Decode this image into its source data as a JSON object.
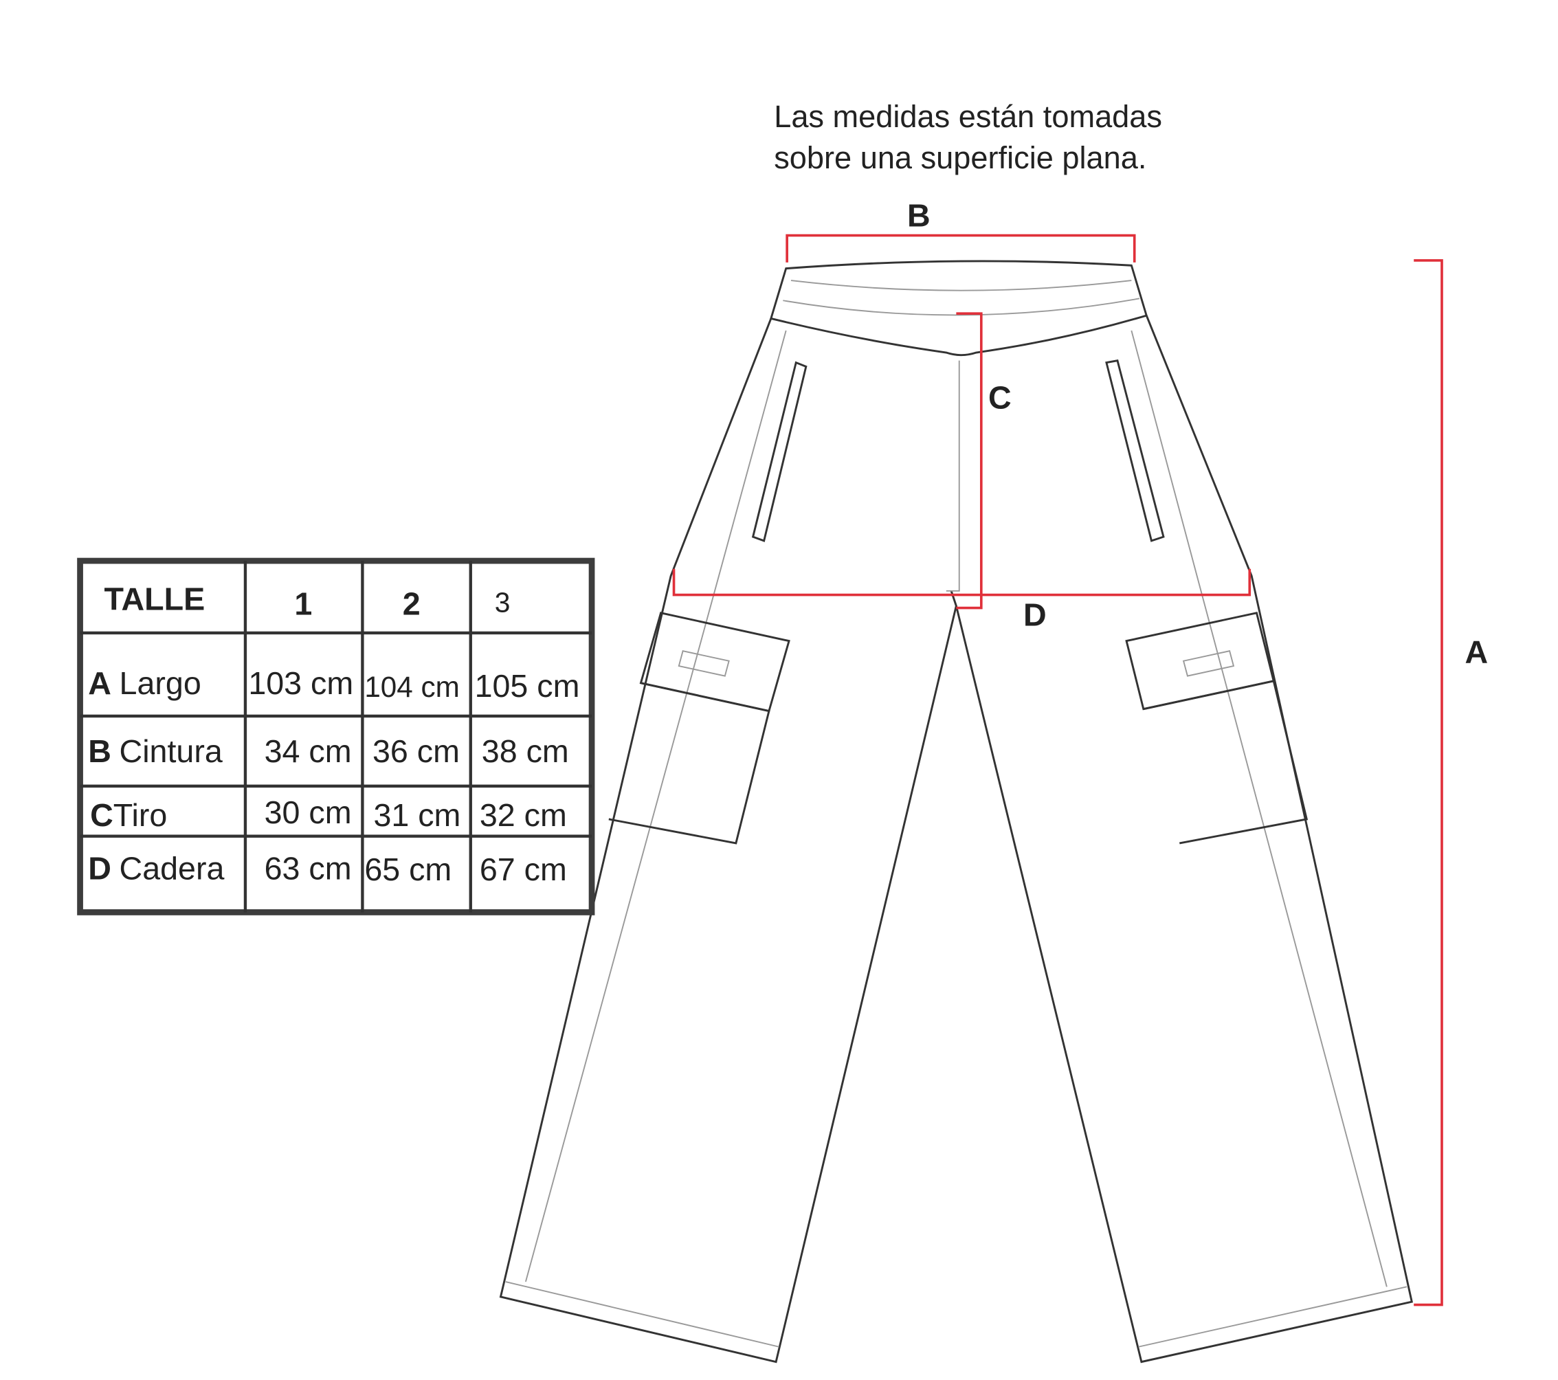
{
  "note": {
    "line1": "Las medidas están tomadas",
    "line2": "sobre una superficie plana."
  },
  "labels": {
    "a": "A",
    "b": "B",
    "c": "C",
    "d": "D"
  },
  "colors": {
    "measure": "#e0303a",
    "outline": "#333333"
  },
  "table": {
    "header": [
      "TALLE",
      "1",
      "2",
      "3"
    ],
    "rows": [
      {
        "letter": "A",
        "name": "Largo",
        "values": [
          "103 cm",
          "104 cm",
          "105 cm"
        ]
      },
      {
        "letter": "B",
        "name": "Cintura",
        "values": [
          "34 cm",
          "36 cm",
          "38 cm"
        ]
      },
      {
        "letter": "C",
        "name": "Tiro",
        "values": [
          "30 cm",
          "31 cm",
          "32 cm"
        ]
      },
      {
        "letter": "D",
        "name": "Cadera",
        "values": [
          "63 cm",
          "65 cm",
          "67 cm"
        ]
      }
    ]
  }
}
